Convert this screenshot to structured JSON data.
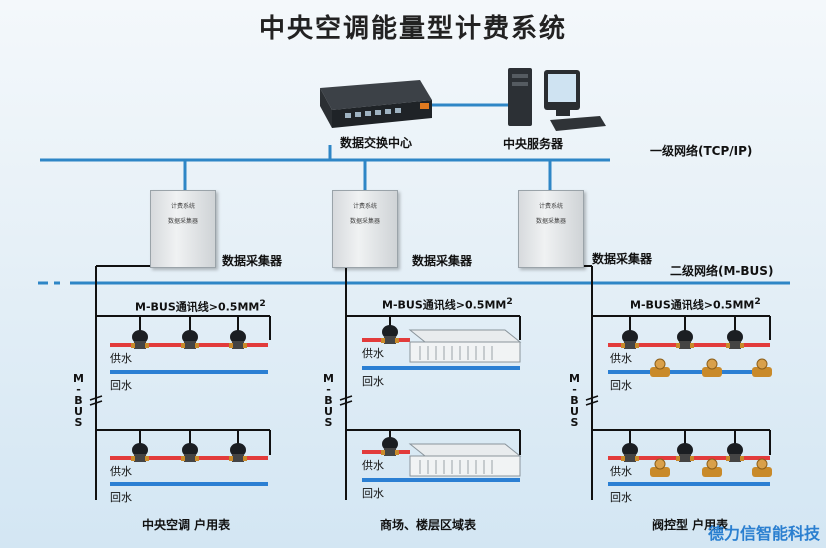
{
  "title": "中央空调能量型计费系统",
  "switch_label": "数据交换中心",
  "server_label": "中央服务器",
  "network1_label": "一级网络(TCP/IP)",
  "network2_label": "二级网络(M-BUS)",
  "collector_label": "数据采集器",
  "cabinet_title": "计费系统",
  "cabinet_subtitle": "数据采集器",
  "mbus_line_label": "M-BUS通讯线>0.5MM",
  "mbus_superscript": "2",
  "supply_label": "供水",
  "return_label": "回水",
  "mbus_vertical": "M-BUS",
  "section_labels": [
    "中央空调 户用表",
    "商场、楼层区域表",
    "阀控型 户用表"
  ],
  "watermark": "德力信智能科技",
  "colors": {
    "network_line": "#2e86c6",
    "bus_line": "#111111",
    "supply_pipe": "#e23b3b",
    "return_pipe": "#2b7fd3",
    "valve": "#c98a2a"
  }
}
